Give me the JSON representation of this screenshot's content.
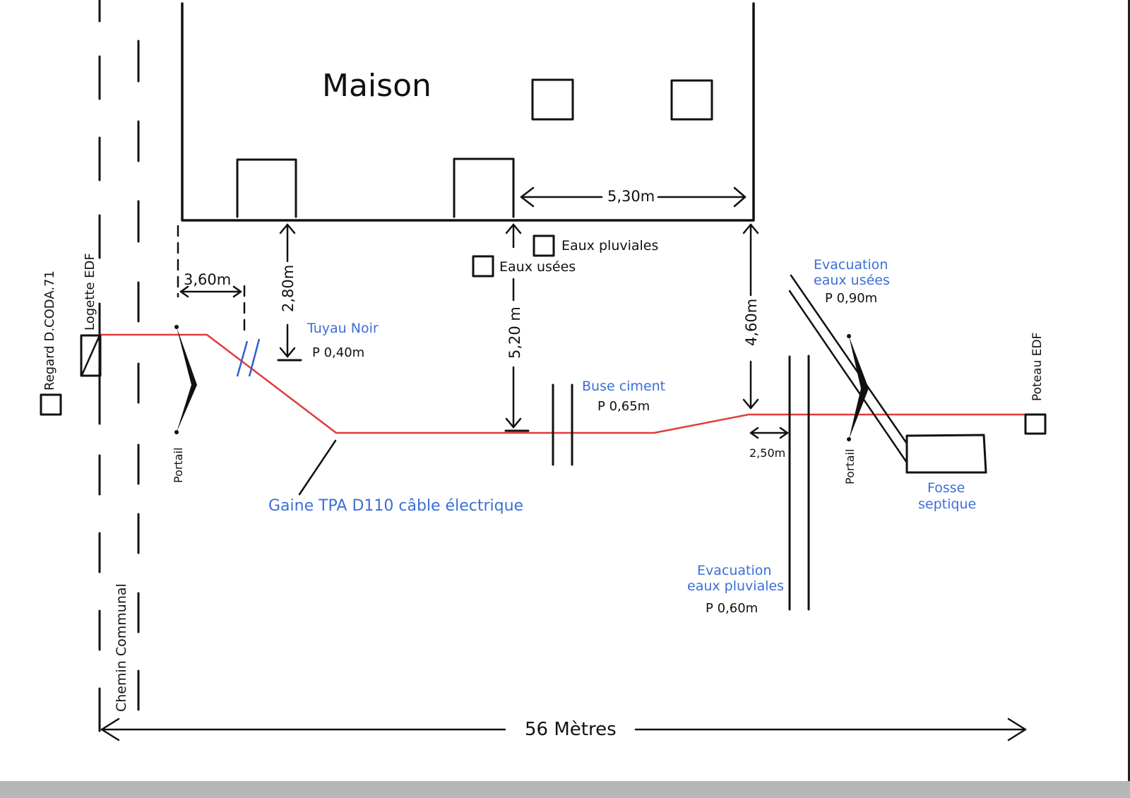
{
  "title": "Maison",
  "colors": {
    "cable": "#e23b3b",
    "pipe_label": "#3b6fd6",
    "ink": "#111111",
    "sleeve": "#2f5fd0"
  },
  "labels": {
    "regard": "Regard D.CODA.71",
    "logette": "Logette EDF",
    "chemin": "Chemin Communal",
    "portail_left": "Portail",
    "portail_right": "Portail",
    "poteau": "Poteau EDF",
    "eaux_pluviales": "Eaux pluviales",
    "eaux_usees": "Eaux usées",
    "tuyau_noir": "Tuyau Noir",
    "tuyau_noir_depth": "P 0,40m",
    "buse_ciment": "Buse ciment",
    "buse_ciment_depth": "P 0,65m",
    "evac_usees_1": "Evacuation",
    "evac_usees_2": "eaux usées",
    "evac_usees_depth": "P 0,90m",
    "evac_pluv_1": "Evacuation",
    "evac_pluv_2": "eaux pluviales",
    "evac_pluv_depth": "P 0,60m",
    "fosse_1": "Fosse",
    "fosse_2": "septique",
    "gaine": "Gaine TPA D110 câble électrique"
  },
  "dimensions": {
    "d_360": "3,60m",
    "d_280": "2,80m",
    "d_520": "5,20 m",
    "d_530": "5,30m",
    "d_460": "4,60m",
    "d_250": "2,50m",
    "total": "56 Mètres"
  },
  "icons": [
    "gate-icon",
    "manhole-icon",
    "electric-box-icon",
    "pole-icon",
    "septic-tank-icon",
    "window-icon",
    "door-icon",
    "arrow-icon"
  ]
}
